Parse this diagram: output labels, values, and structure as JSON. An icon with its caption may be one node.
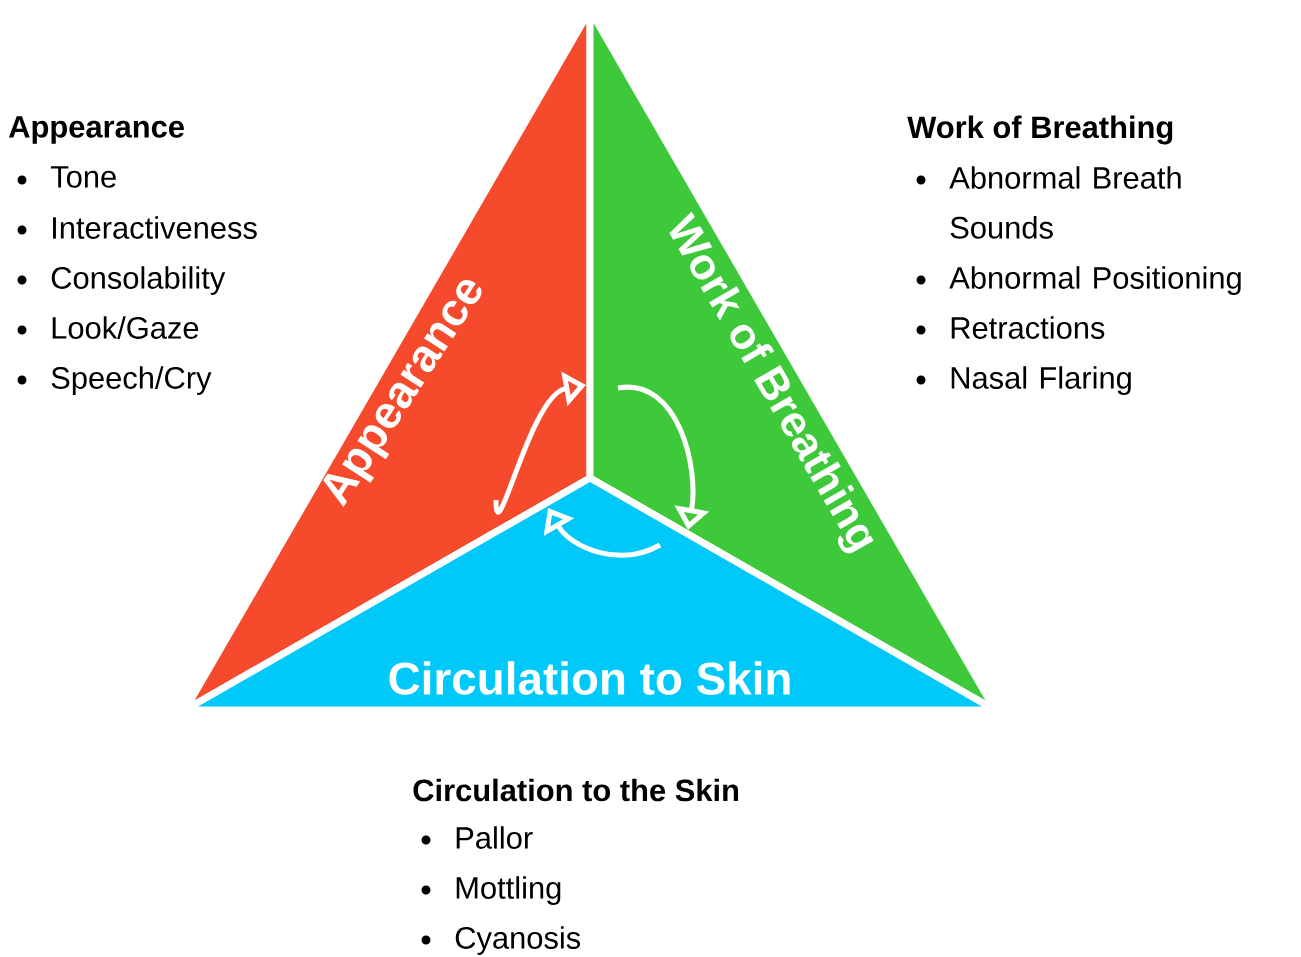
{
  "diagram": {
    "nodes": [
      {
        "text": [
          "Appearance"
        ],
        "beside": [
          "Appearance",
          "Tone",
          "Interactiveness",
          "Consolability",
          "Look/Gaze",
          "Speech/Cry"
        ]
      },
      {
        "text": [
          "Work of Breathing"
        ],
        "beside": [
          "Work of Breathing",
          "Abnormal Breath Sounds",
          "Abnormal Positioning",
          "Retractions",
          "Nasal Flaring"
        ]
      },
      {
        "text": [
          "Circulation to Skin"
        ],
        "beside": [
          "Circulation to the Skin",
          "Pallor",
          "Mottling",
          "Cyanosis"
        ]
      }
    ],
    "edges": [
      {
        "from": 0,
        "to": 1,
        "arrow": "to",
        "color": "#ffffff"
      },
      {
        "from": 1,
        "to": 2,
        "arrow": "to",
        "color": "#ffffff"
      },
      {
        "from": 2,
        "to": 0,
        "arrow": "to",
        "color": "#ffffff"
      }
    ]
  }
}
